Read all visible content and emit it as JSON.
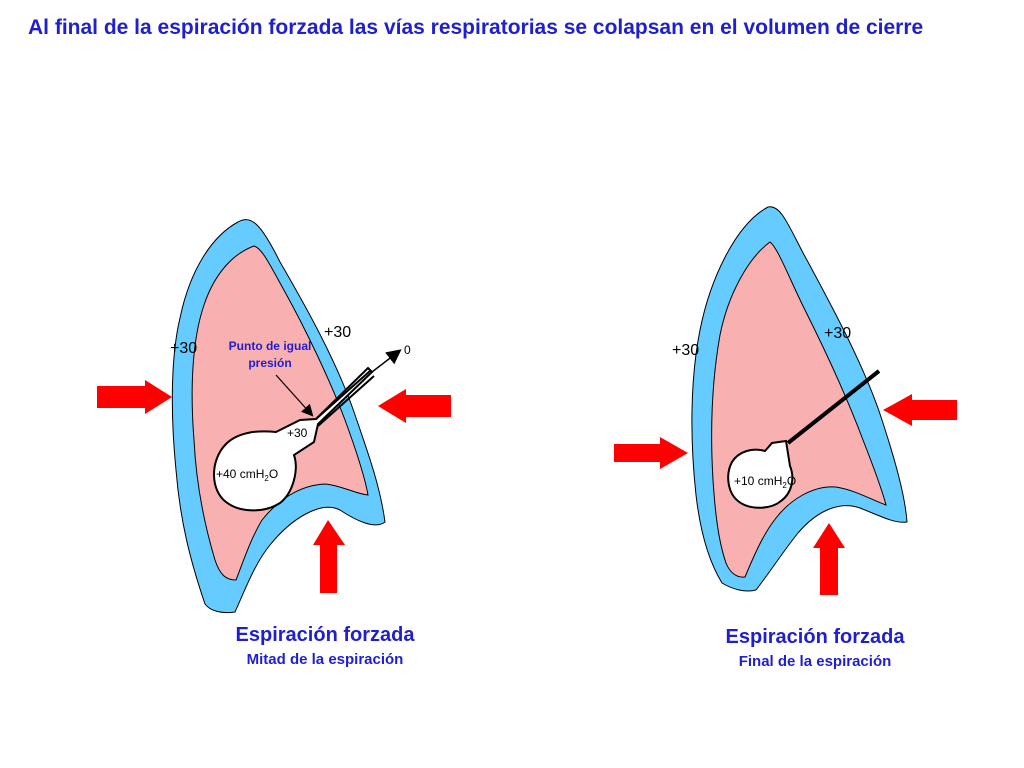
{
  "title": "Al final de la espiración forzada las vías respiratorias se colapsan en el volumen de cierre",
  "colors": {
    "pleura": "#66ccff",
    "lung": "#f8b0b0",
    "arrow": "#ff0000",
    "caption": "#1f1fd0",
    "airway": "#000000"
  },
  "left_diagram": {
    "pressure_left": "+30",
    "pressure_right": "+30",
    "equal_pressure_point": "Punto de igual presión",
    "equal_pressure_point_line1": "Punto de igual",
    "equal_pressure_point_line2": "presión",
    "airway_outlet_pressure": "0",
    "airway_pressure": "+30",
    "alveolar_pressure_value": "+40 cm",
    "alveolar_pressure_sub": "2",
    "alveolar_pressure_unit_h": "H",
    "alveolar_pressure_unit_o": "O",
    "caption": "Espiración forzada",
    "subcaption": "Mitad de la espiración"
  },
  "right_diagram": {
    "pressure_left": "+30",
    "pressure_right": "+30",
    "alveolar_pressure_value": "+10 cm",
    "alveolar_pressure_unit_h": "H",
    "alveolar_pressure_sub": "2",
    "alveolar_pressure_unit_o": "O",
    "caption": "Espiración forzada",
    "subcaption": "Final de la espiración"
  }
}
